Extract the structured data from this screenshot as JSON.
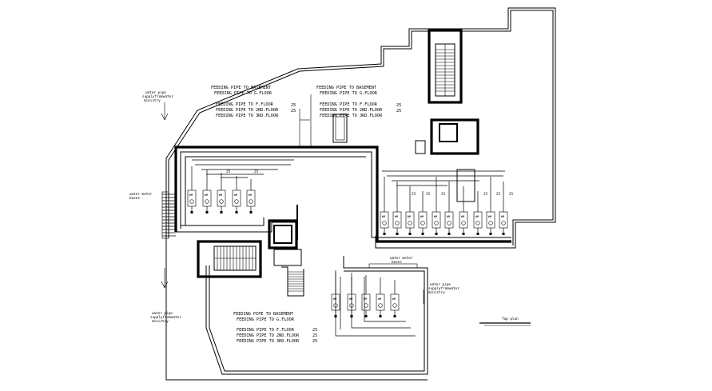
{
  "annotations": {
    "top_left": {
      "line1": "FEEDING PIPE TO BASEMENT",
      "line2": "FEEDING PIPE TO G.FLOOR",
      "line3": "FEEDING PIPE TO F.FLOOR",
      "line4": "FEEDING PIPE TO 2ND.FLOOR",
      "line5": "FEEDING PIPE TO 3RD.FLOOR"
    },
    "top_right": {
      "line1": "FEEDING PIPE TO BASEMENT",
      "line2": "FEEDING PIPE TO G.FLOOR",
      "line3": "FEEDING PIPE TO F.FLOOR",
      "line4": "FEEDING PIPE TO 2ND.FLOOR",
      "line5": "FEEDING PIPE TO 3RD.FLOOR"
    },
    "bottom": {
      "line1": "FEEDING PIPE TO BASEMENT",
      "line2": "FEEDING PIPE TO G.FLOOR",
      "line3": "FEEDING PIPE TO F.FLOOR",
      "line4": "FEEDING PIPE TO 2ND.FLOOR",
      "line5": "FEEDING PIPE TO 3RD.FLOOR"
    },
    "pipe_size": "25",
    "supply_top": {
      "line1": "water pipe",
      "line2": "supplyfromwater",
      "line3": "ministry"
    },
    "supply_bottom": {
      "line1": "water pipe",
      "line2": "supplyfromwater",
      "line3": "ministry"
    },
    "supply_right": {
      "line1": "water pipe",
      "line2": "supplyfromwater",
      "line3": "ministry"
    },
    "meter_left": {
      "line1": "water meter",
      "line2": "boxes"
    },
    "meter_bottom": {
      "line1": "water meter",
      "line2": "boxes"
    },
    "meter_unit": "WM",
    "drawing_title": "Top plan"
  }
}
